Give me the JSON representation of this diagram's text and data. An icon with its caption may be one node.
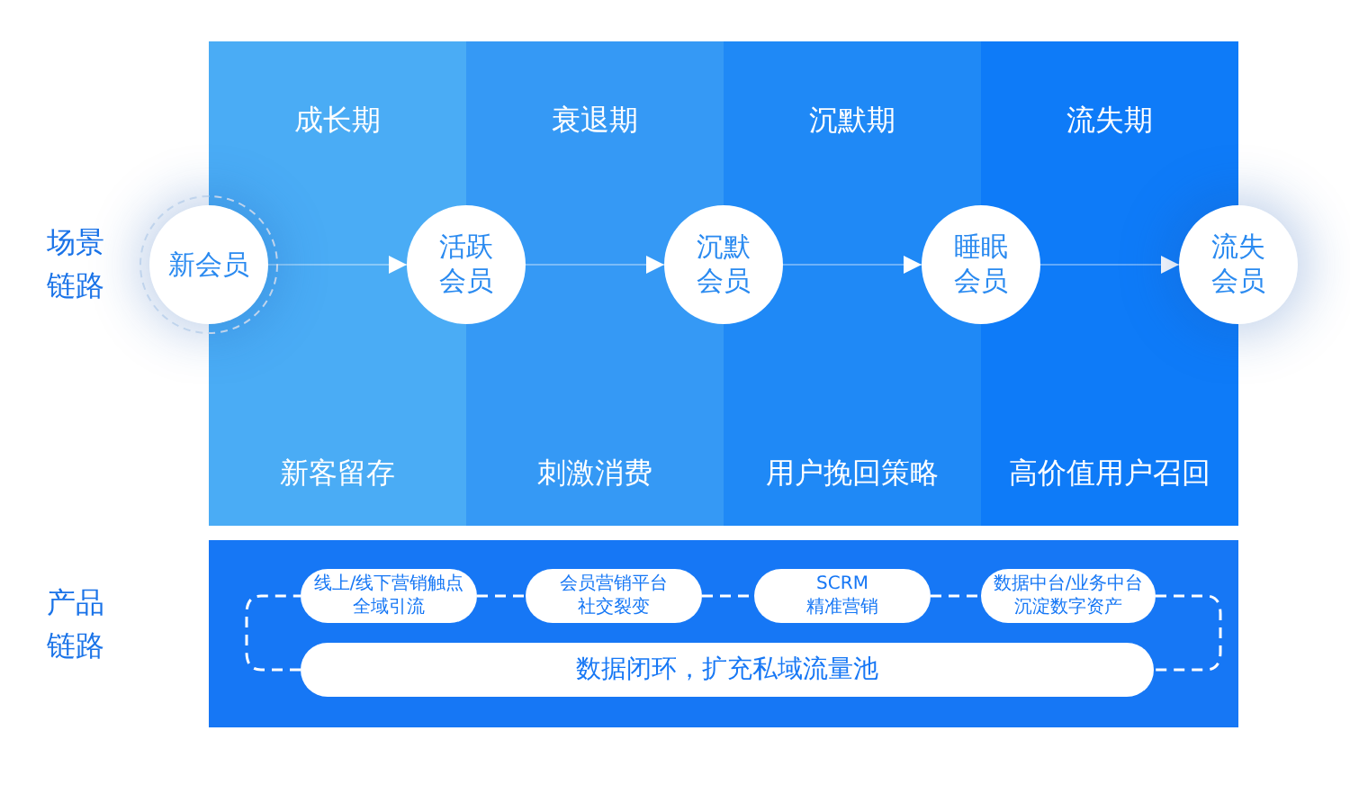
{
  "diagram": {
    "nodes": [
      {
        "text": [
          "新会员"
        ]
      },
      {
        "text": [
          "活跃会员"
        ]
      },
      {
        "text": [
          "沉默会员"
        ]
      },
      {
        "text": [
          "睡眠会员"
        ]
      },
      {
        "text": [
          "流失会员"
        ]
      },
      {
        "text": [],
        "shape": "box"
      },
      {
        "text": [
          "线上/线下营销触点",
          "全域引流"
        ],
        "in": 5
      },
      {
        "text": [
          "会员营销平台",
          "社交裂变"
        ],
        "in": 5
      },
      {
        "text": [
          "SCRM",
          "精准营销"
        ],
        "in": 5
      },
      {
        "text": [
          "数据中台/业务中台",
          "沉淀数字资产"
        ],
        "in": 5
      },
      {
        "text": [
          "数据闭环，扩充私域流量池"
        ],
        "in": 5
      }
    ],
    "edges": [
      {
        "from": 0,
        "to": 1,
        "arrow": "to"
      },
      {
        "from": 1,
        "to": 2,
        "arrow": "to"
      },
      {
        "from": 2,
        "to": 3,
        "arrow": "to"
      },
      {
        "from": 3,
        "to": 4,
        "arrow": "to"
      },
      {
        "from": 6,
        "to": 7,
        "arrow": "none",
        "style": "dashed"
      },
      {
        "from": 7,
        "to": 8,
        "arrow": "none",
        "style": "dashed"
      },
      {
        "from": 8,
        "to": 9,
        "arrow": "none",
        "style": "dashed"
      },
      {
        "from": 9,
        "to": 10,
        "arrow": "none",
        "style": "dashed"
      },
      {
        "from": 10,
        "to": 6,
        "arrow": "none",
        "style": "dashed"
      }
    ],
    "labels": [
      "成长期",
      "衰退期",
      "沉默期",
      "流失期",
      "场景链路",
      "新客留存",
      "刺激消费",
      "用户挽回策略",
      "高价值用户召回",
      "产品链路"
    ]
  }
}
